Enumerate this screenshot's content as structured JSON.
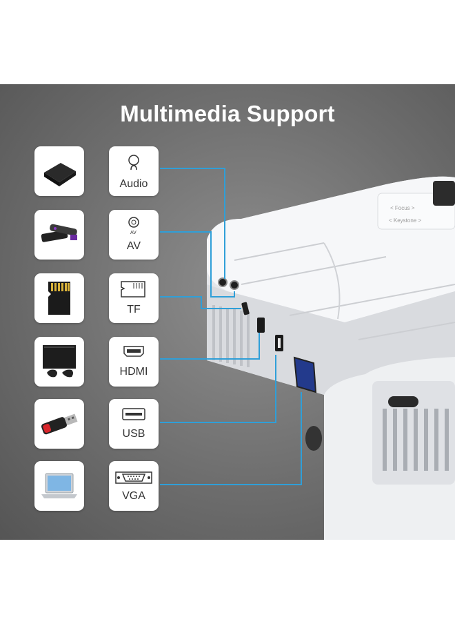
{
  "title": "Multimedia Support",
  "ports": [
    {
      "label": "Audio",
      "icon": "headphone-jack-icon",
      "device": "tv-box-icon"
    },
    {
      "label": "AV",
      "icon": "av-jack-icon",
      "device": "streaming-stick-remote-icon"
    },
    {
      "label": "TF",
      "icon": "tf-card-slot-icon",
      "device": "micro-sd-card-icon"
    },
    {
      "label": "HDMI",
      "icon": "hdmi-port-icon",
      "device": "game-console-icon"
    },
    {
      "label": "USB",
      "icon": "usb-port-icon",
      "device": "usb-flash-drive-icon"
    },
    {
      "label": "VGA",
      "icon": "vga-port-icon",
      "device": "laptop-icon"
    }
  ],
  "projector": {
    "focus_label": "< Focus >",
    "keystone_label": "< Keystone >"
  },
  "colors": {
    "background": "#6e6e6e",
    "connector_line": "#2f9fd8",
    "tile": "#ffffff",
    "projector": "#f1f2f4"
  }
}
